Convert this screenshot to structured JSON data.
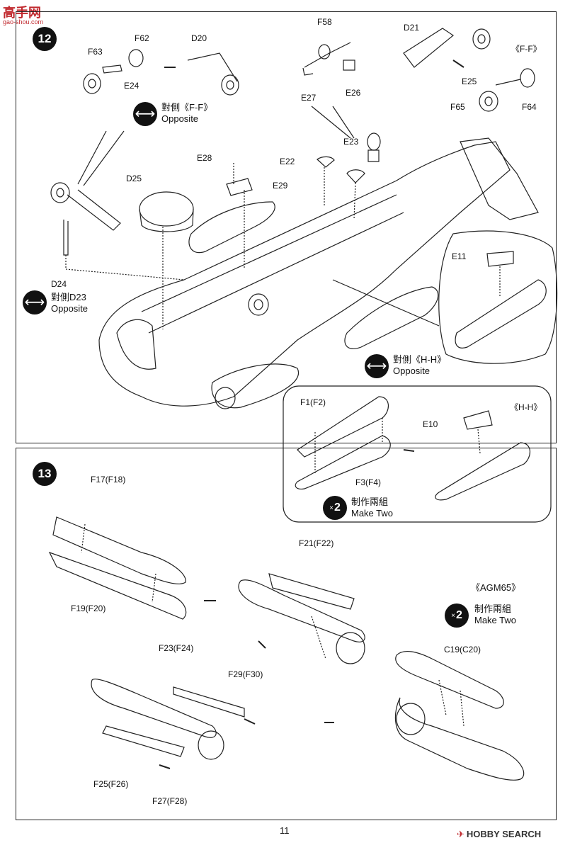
{
  "site_logo": {
    "text": "高手网",
    "sub": "gao-shou.com"
  },
  "steps": [
    {
      "number": "12"
    },
    {
      "number": "13"
    }
  ],
  "step12": {
    "callout_left": {
      "parts": [
        "F63",
        "F62",
        "D20",
        "E24"
      ],
      "opposite_text": "對側《F-F》",
      "opposite_en": "Opposite"
    },
    "callout_mid": {
      "parts": [
        "F58",
        "E27",
        "E26"
      ]
    },
    "callout_right": {
      "parts": [
        "D21",
        "E25",
        "F65",
        "F64"
      ],
      "view": "《F-F》"
    },
    "main_parts": [
      "E28",
      "E22",
      "E23",
      "E29",
      "D25"
    ],
    "d24_label": "D24",
    "d24_opposite_text": "對側D23",
    "d24_opposite_en": "Opposite",
    "e11_label": "E11",
    "hh_opposite_text": "對側《H-H》",
    "hh_opposite_en": "Opposite",
    "tank_box": {
      "parts": [
        "F1(F2)",
        "F3(F4)",
        "E10"
      ],
      "view": "《H-H》",
      "make_two_zh": "制作兩組",
      "make_two_en": "Make Two",
      "times": "2"
    }
  },
  "step13": {
    "parts": [
      "F17(F18)",
      "F19(F20)",
      "F21(F22)",
      "F23(F24)",
      "F29(F30)",
      "F25(F26)",
      "F27(F28)",
      "C19(C20)"
    ],
    "agm_label": "《AGM65》",
    "make_two_zh": "制作兩組",
    "make_two_en": "Make Two",
    "times": "2"
  },
  "page_number": "11",
  "watermark": "HOBBY SEARCH",
  "colors": {
    "ink": "#111111",
    "logo_red": "#c0282d"
  }
}
